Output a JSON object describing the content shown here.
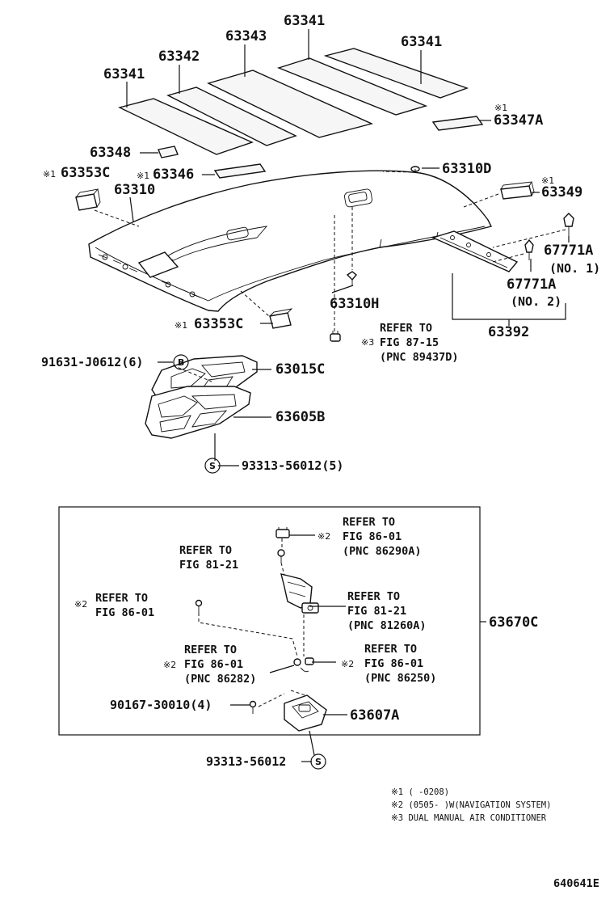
{
  "labels": {
    "p63341_top": "63341",
    "p63343": "63343",
    "p63341_right": "63341",
    "p63342": "63342",
    "p63341_left": "63341",
    "p63347A": "63347A",
    "p63348": "63348",
    "p63310D": "63310D",
    "p63353C_top": "63353C",
    "p63346": "63346",
    "p63310": "63310",
    "p63349": "63349",
    "p67771A_1": "67771A",
    "no1": "(NO. 1)",
    "p67771A_2": "67771A",
    "no2": "(NO. 2)",
    "p63310H": "63310H",
    "p63392": "63392",
    "p63353C_bottom": "63353C",
    "p91631": "91631-J0612(6)",
    "p63015C": "63015C",
    "p63605B": "63605B",
    "p93313_5": "93313-56012(5)",
    "p63670C": "63670C",
    "p90167": "90167-30010(4)",
    "p63607A": "63607A",
    "p93313": "93313-56012",
    "diagram_code": "640641E"
  },
  "markers": {
    "m1": "※1",
    "m2": "※2",
    "m3": "※3",
    "circle_b": "B",
    "circle_s": "S"
  },
  "refs": {
    "fig87_line1": "REFER TO",
    "fig87_line2": "FIG 87-15",
    "fig87_line3": "(PNC 89437D)",
    "r1_line1": "REFER TO",
    "r1_line2": "FIG  86-01",
    "r1_line3": "(PNC 86290A)",
    "r2_line1": "REFER TO",
    "r2_line2": "FIG  81-21",
    "r3_line1": "REFER TO",
    "r3_line2": "FIG  86-01",
    "r4_line1": "REFER TO",
    "r4_line2": "FIG  81-21",
    "r4_line3": "(PNC 81260A)",
    "r5_line1": "REFER TO",
    "r5_line2": "FIG  86-01",
    "r5_line3": "(PNC 86282)",
    "r6_line1": "REFER TO",
    "r6_line2": "FIG  86-01",
    "r6_line3": "(PNC 86250)"
  },
  "notes": {
    "n1": "※1 (     -0208)",
    "n2": "※2 (0505-     )W(NAVIGATION SYSTEM)",
    "n3": "※3 DUAL MANUAL AIR CONDITIONER"
  }
}
